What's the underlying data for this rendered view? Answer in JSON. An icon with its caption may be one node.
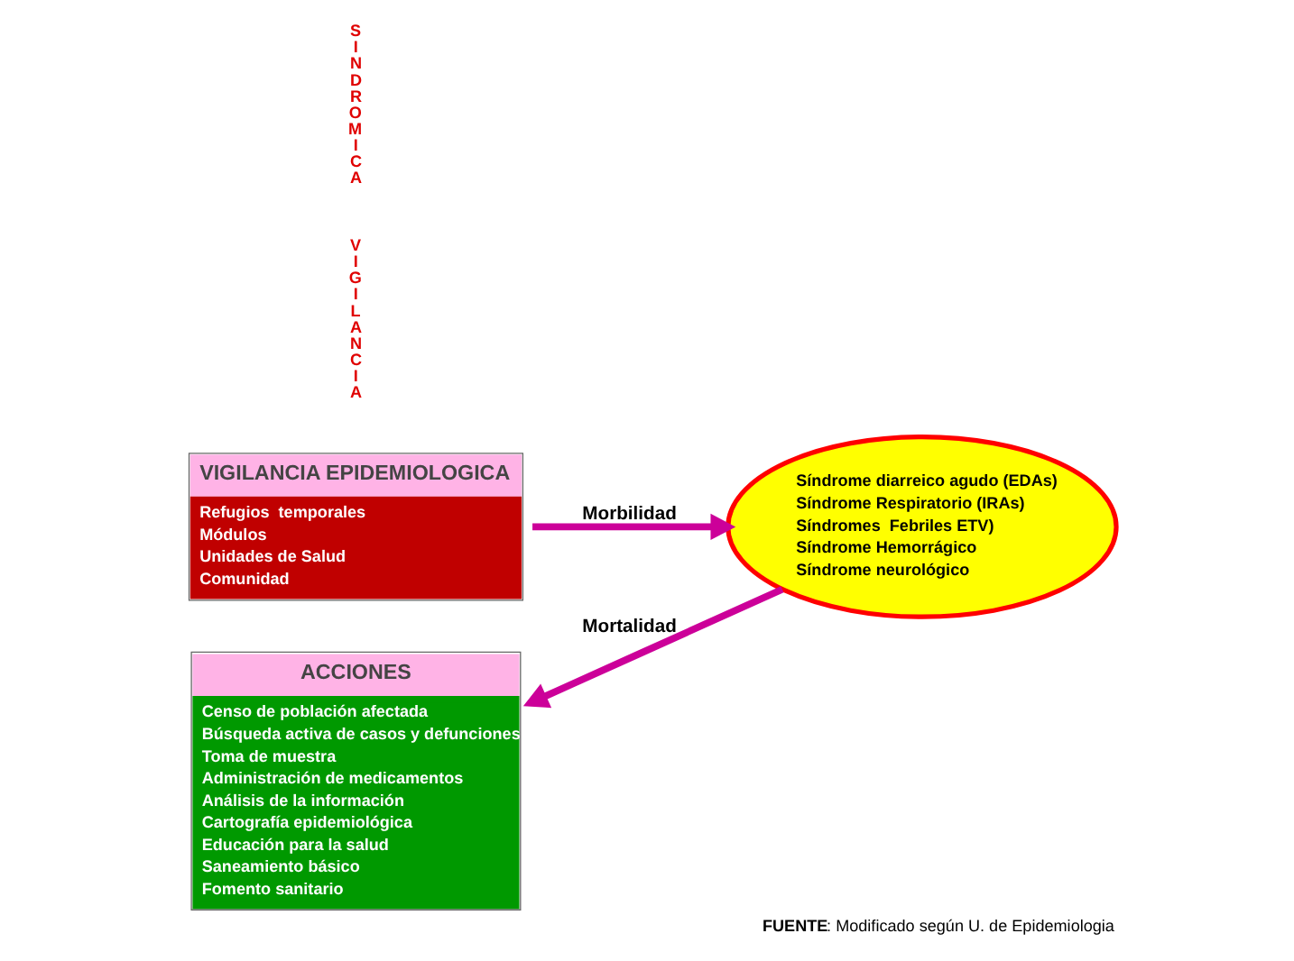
{
  "diagram": {
    "caption": "**FUENTE**: Modificado según U. de Epidemiologia",
    "nodes": [
      {
        "text": [
          "VIGILANCIA EPIDEMIOLOGICA",
          "Refugios  temporales",
          "Módulos",
          "Unidades de Salud",
          "Comunidad"
        ]
      },
      {
        "text": [
          "ACCIONES",
          "Censo de población afectada",
          "Búsqueda activa de casos y defunciones",
          "Toma de muestra",
          "Administración de medicamentos",
          "Análisis de la información",
          "Cartografía epidemiológica",
          "Educación para la salud",
          "Saneamiento básico",
          "Fomento sanitario"
        ]
      },
      {
        "text": [
          "Síndrome diarreico agudo (EDAs)",
          "Síndrome Respiratorio (IRAs)",
          "Síndromes  Febriles ETV)",
          "Síndrome Hemorrágico",
          "Síndrome neurológico"
        ]
      }
    ],
    "edges": [
      {
        "from": 0,
        "to": 2,
        "arrow": "to",
        "label": "Morbilidad"
      },
      {
        "from": 2,
        "to": 1,
        "arrow": "to",
        "label": "Mortalidad"
      }
    ],
    "labels": [
      "VIGILANCIA",
      "SINDROMICA"
    ]
  }
}
